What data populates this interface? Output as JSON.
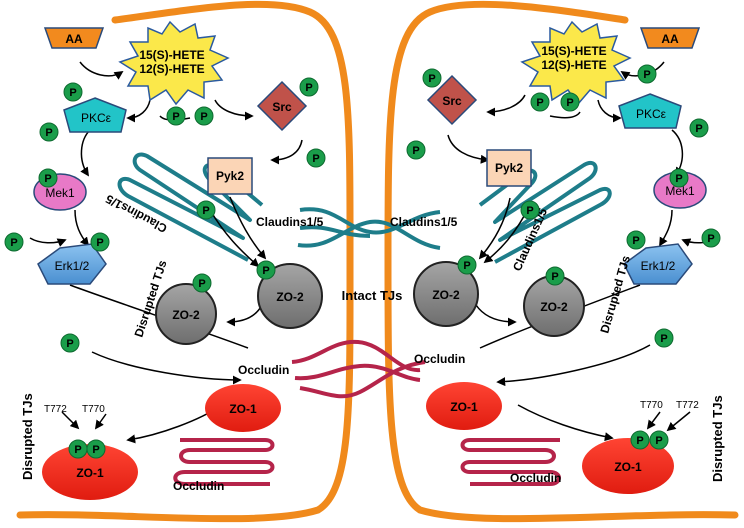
{
  "labels": {
    "aa": "AA",
    "hete_line1": "15(S)-HETE",
    "hete_line2": "12(S)-HETE",
    "pkc": "PKCε",
    "src": "Src",
    "pyk2": "Pyk2",
    "mek1": "Mek1",
    "erk": "Erk1/2",
    "claudins": "Claudins1/5",
    "zo2": "ZO-2",
    "zo1": "ZO-1",
    "occludin": "Occludin",
    "intact_tjs": "Intact TJs",
    "disrupted_tjs": "Disrupted TJs",
    "t770": "T770",
    "t772": "T772",
    "phospho": "P"
  },
  "colors": {
    "membrane": "#f08a1c",
    "aa": "#f28a1e",
    "hete": "#fbe84a",
    "pkc": "#22c4c8",
    "src": "#c0524a",
    "pyk2": "#fbd5b6",
    "mek1": "#e879c7",
    "erk": "#6aa9e2",
    "claudin": "#1e7d8a",
    "zo2": "#8a8a8a",
    "zo1": "#ee2a1c",
    "occludin": "#b5244a",
    "phospho": "#1a9d4a"
  }
}
